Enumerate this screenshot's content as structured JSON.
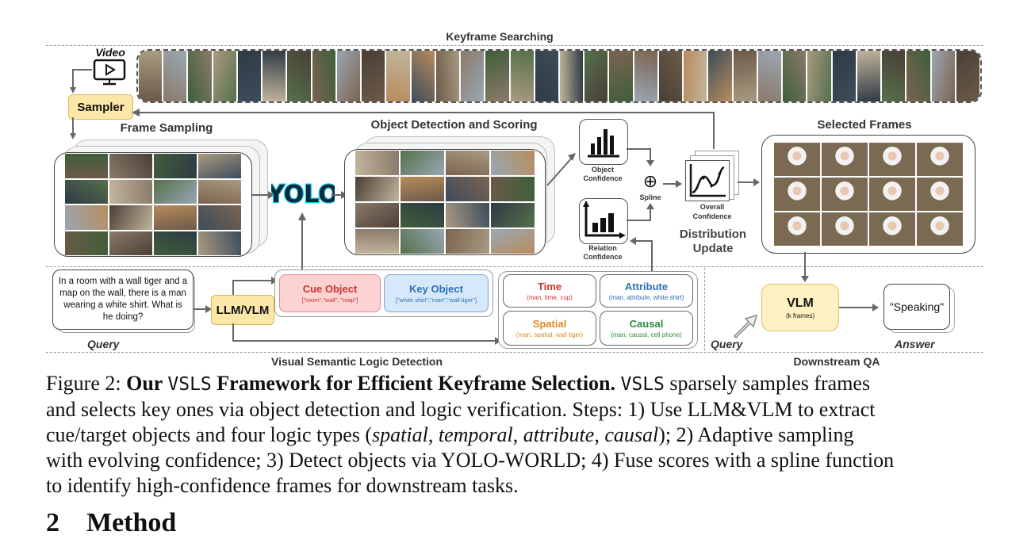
{
  "sections": {
    "keyframe_searching": "Keyframe Searching",
    "frame_sampling": "Frame Sampling",
    "object_detection": "Object Detection and Scoring",
    "selected_frames": "Selected Frames",
    "visual_semantic": "Visual Semantic Logic Detection",
    "downstream_qa": "Downstream QA"
  },
  "labels": {
    "video": "Video",
    "sampler": "Sampler",
    "yolo": "YOLO",
    "object_confidence": "Object\nConfidence",
    "relation_confidence": "Relation\nConfidence",
    "spline": "Spline",
    "plus": "⊕",
    "overall_confidence": "Overall\nConfidence",
    "distribution_update": "Distribution\nUpdate",
    "query_text": "In a room with a wall tiger and a map on the wall, there is a man wearing a white shirt. What is he doing?",
    "query_label": "Query",
    "llm_vlm": "LLM/VLM",
    "cue_object": "Cue Object",
    "cue_object_sub": "[\"room\",\"wall\", \"map\"]",
    "key_object": "Key Object",
    "key_object_sub": "[\"white shirt\",\"man\",\"wall tiger\"]",
    "vlm": "VLM",
    "vlm_sub": "(k frames)",
    "answer_text": "\"Speaking\"",
    "query_label2": "Query",
    "answer_label": "Answer"
  },
  "logic": [
    {
      "title": "Time",
      "sub": "(man, time, cup)",
      "color": "#d0312d"
    },
    {
      "title": "Attribute",
      "sub": "(man, attribute, white shirt)",
      "color": "#2d6fb8"
    },
    {
      "title": "Spatial",
      "sub": "(man, spatial, wall tiger)",
      "color": "#e08a1e"
    },
    {
      "title": "Causal",
      "sub": "(man, causal, cell phone)",
      "color": "#2e8b3a"
    }
  ],
  "caption": {
    "prefix": "Figure 2: ",
    "bold1": "Our ",
    "vsls1": "VSLS",
    "bold2": " Framework for Efficient Keyframe Selection.",
    "vsls2": "VSLS",
    "line1_rest": " sparsely samples frames",
    "line2": "and selects key ones via object detection and logic verification. Steps: 1) Use LLM&VLM to extract",
    "line3a": "cue/target objects and four logic types (",
    "spatial": "spatial",
    "temporal": "temporal",
    "attribute": "attribute",
    "causal": "causal",
    "line3b": "); 2) Adaptive sampling",
    "line4a": "with evolving confidence; 3) Detect objects via YOLO-W",
    "line4b": "ORLD",
    "line4c": "; 4) Fuse scores with a spline function",
    "line5": "to identify high-confidence frames for downstream tasks.",
    "heading": "2    Method"
  },
  "colors": {
    "sampler_fill": "#fde7a8",
    "cue_fill": "#fbd3d3",
    "key_fill": "#d6e8fa"
  }
}
